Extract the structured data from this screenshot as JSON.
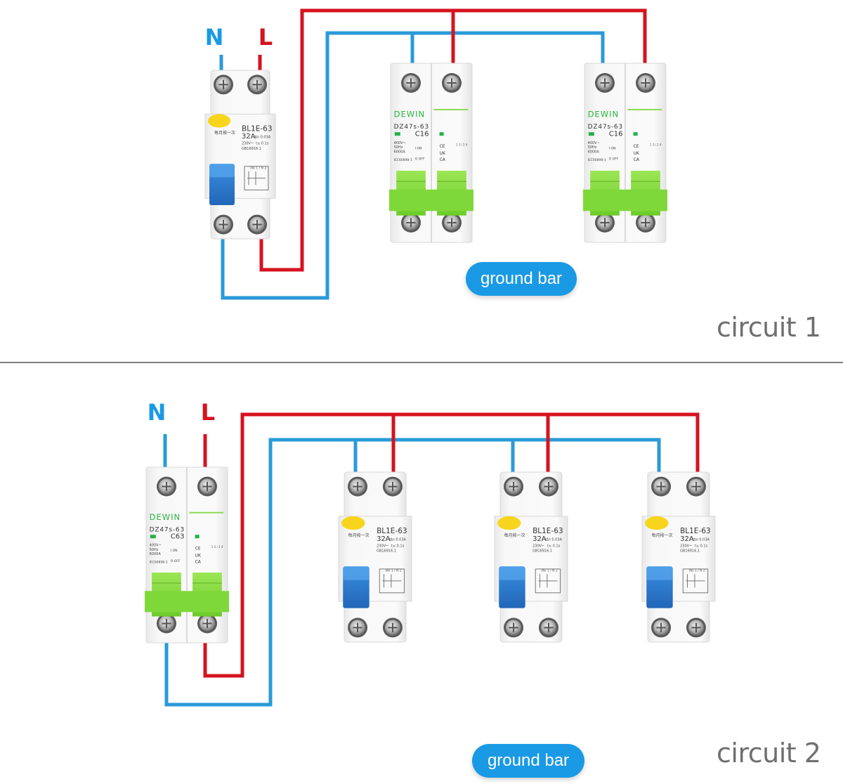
{
  "colors": {
    "live": "#d5131f",
    "neutral": "#2a9ad9",
    "mcb_handle": "#84dc3c",
    "rcd_handle": "#2d79d0",
    "label_text": "#1a9ae4",
    "title_text": "#6f6f6f"
  },
  "labels": {
    "neutral": "N",
    "live": "L"
  },
  "mcb": {
    "brand": "DEWIN",
    "model": "DZ47s-63",
    "specs": [
      "400V~",
      "50Hz",
      "6000A"
    ],
    "standard": "IEC60898-1",
    "on": "I ON",
    "off": "O OFF",
    "marks": [
      "CE",
      "UK",
      "CA"
    ],
    "diagram": "1 3 / 2 4"
  },
  "rcd": {
    "model": "BL1E-63",
    "rating": "32A",
    "sensitivity": "IΔn 0.03A",
    "voltage": "230V~",
    "trip_time": "t≤ 0.1s",
    "standard": "GB16916.1",
    "test_label": "每月按一次",
    "diagram": "(N) 1 / N 2"
  },
  "circuit1": {
    "title": "circuit 1",
    "ground_bar": "ground bar",
    "main": {
      "type": "rcd"
    },
    "branches": [
      {
        "type": "mcb",
        "rating": "C16"
      },
      {
        "type": "mcb",
        "rating": "C16"
      }
    ]
  },
  "circuit2": {
    "title": "circuit 2",
    "ground_bar": "ground bar",
    "main": {
      "type": "mcb",
      "rating": "C63"
    },
    "branches": [
      {
        "type": "rcd"
      },
      {
        "type": "rcd"
      },
      {
        "type": "rcd"
      }
    ]
  }
}
